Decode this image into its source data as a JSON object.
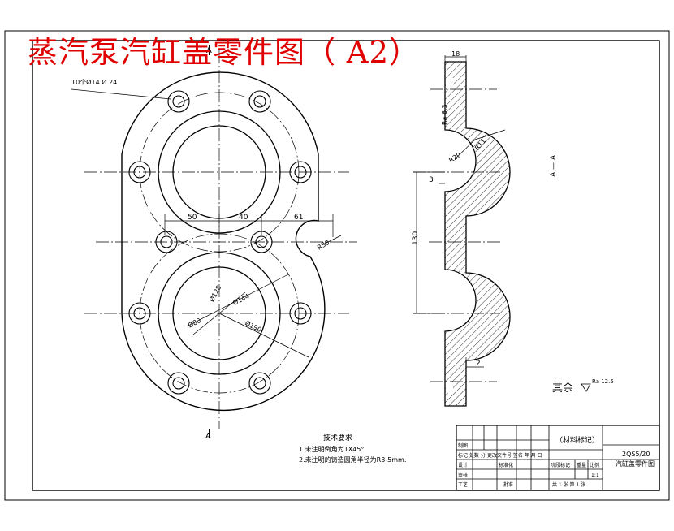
{
  "drawing": {
    "title": "蒸汽泵汽缸盖零件图（ A2）",
    "section_mark": "A",
    "section_label": "A — A"
  },
  "dimensions": {
    "hole_note": "10个Ø14 Ø 24",
    "d50": "50",
    "d40": "40",
    "d61": "61",
    "r30_side": "R30",
    "phi128": "Ø128",
    "phi144": "Ø144",
    "phi80": "Ø80",
    "phi190": "Ø190",
    "t18": "18",
    "ra_top": "Ra 6.3",
    "r20": "R20",
    "r11": "R11",
    "d3": "3",
    "d130": "130",
    "d2": "2"
  },
  "notes": {
    "heading": "技术要求",
    "line1": "1.未注明倒角为1X45°",
    "line2": "2.未注明的铸造圆角半径为R3-5mm."
  },
  "roughness_note": "其余",
  "roughness_value": "Ra 12.5",
  "title_block": {
    "material": "（材料标记）",
    "part_code": "2QS5/20",
    "part_name": "汽缸盖零件图",
    "row_mark": "标记 处数 分",
    "row_mark2": "更改文件号 签名 年 月 日",
    "design": "设计",
    "std": "标准化",
    "stage_mark": "阶段标记",
    "weight": "重量",
    "scale": "比例",
    "scale_val": "1:1",
    "check": "审核",
    "process": "工艺",
    "approve": "批准",
    "sheet_info": "共 1 张   第 1 张",
    "draw": "制图"
  }
}
